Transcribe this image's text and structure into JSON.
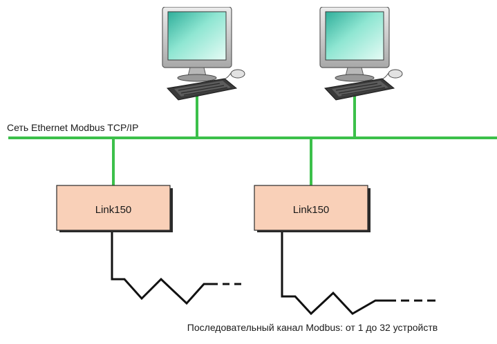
{
  "network": {
    "label": "Сеть Ethernet Modbus TCP/IP",
    "line_color": "#3cc04a"
  },
  "workstations": [
    {
      "icon": "computer-workstation-icon"
    },
    {
      "icon": "computer-workstation-icon"
    }
  ],
  "gateways": [
    {
      "label": "Link150"
    },
    {
      "label": "Link150"
    }
  ],
  "serial": {
    "caption": "Последовательный канал Modbus: от 1 до 32 устройств"
  },
  "colors": {
    "gateway_fill": "#f9d0b8",
    "gateway_border": "#2a2a2a",
    "serial_line": "#111111",
    "monitor_frame": "#d4d4d4",
    "screen": "#5fd0b8",
    "keyboard": "#3a3a3a"
  }
}
